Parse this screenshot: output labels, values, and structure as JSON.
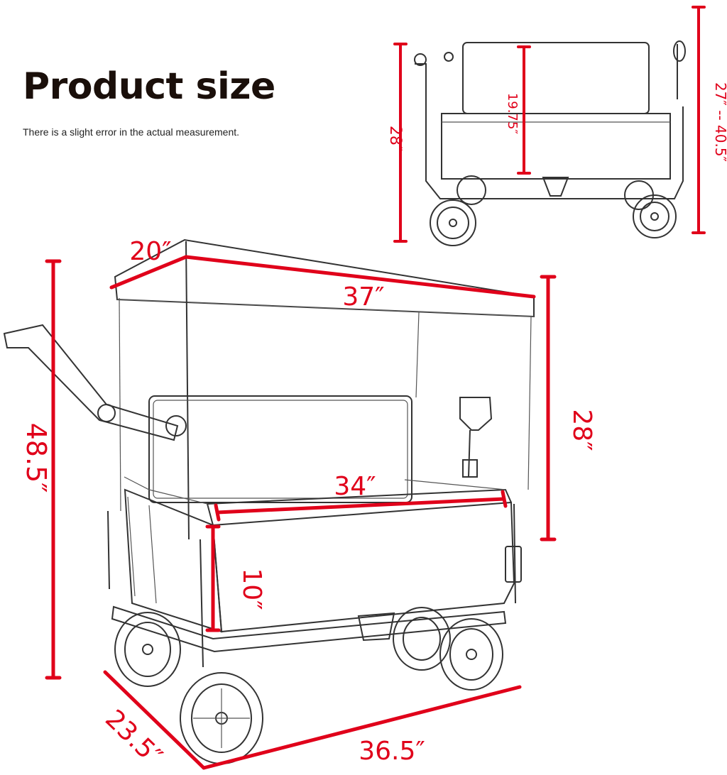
{
  "heading": {
    "title": "Product size",
    "subtitle": "There is a slight error in the actual measurement."
  },
  "dimensions": {
    "canopy_depth": "20″",
    "canopy_length": "37″",
    "overall_height": "48.5″",
    "canopy_height": "28″",
    "inner_length": "34″",
    "bed_depth": "10″",
    "base_width": "23.5″",
    "base_length": "36.5″",
    "inset_height": "28″",
    "inset_seat_height": "19.75″",
    "inset_handle_range": "27″ -- 40.5″"
  },
  "colors": {
    "dimension_red": "#e0001a",
    "outline": "#333333"
  }
}
